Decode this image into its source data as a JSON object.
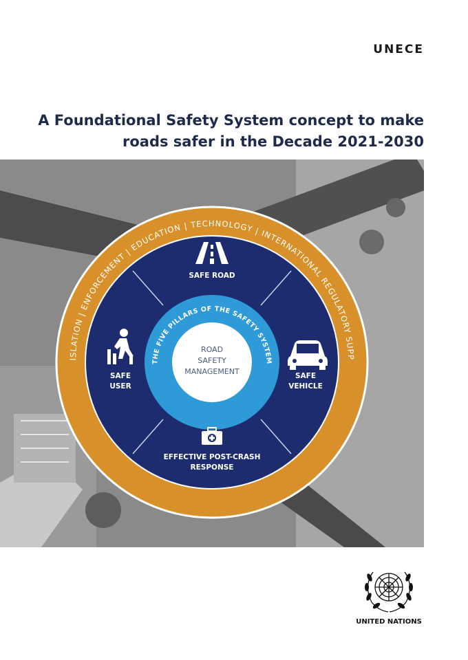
{
  "publisher": "UNECE",
  "title": {
    "line1": "A Foundational Safety System concept to make",
    "line2": "roads safer in the Decade 2021-2030"
  },
  "diagram": {
    "outer_ring_text": "LEGISLATION  |  ENFORCEMENT  |  EDUCATION  |  TECHNOLOGY  |  INTERNATIONAL REGULATORY SUPPORT",
    "inner_ring_text": "THE FIVE PILLARS OF THE SAFETY SYSTEM",
    "center": [
      "ROAD",
      "SAFETY",
      "MANAGEMENT"
    ],
    "pillars": {
      "road": [
        "SAFE ROAD"
      ],
      "user": [
        "SAFE",
        "USER"
      ],
      "vehicle": [
        "SAFE",
        "VEHICLE"
      ],
      "post_crash": [
        "EFFECTIVE POST-CRASH",
        "RESPONSE"
      ]
    },
    "colors": {
      "outer_ring": "#d8912a",
      "navy": "#1d2c6e",
      "light_blue": "#2f9ad8",
      "white": "#ffffff"
    },
    "icons": [
      "road-icon",
      "pedestrian-icon",
      "car-icon",
      "first-aid-kit-icon"
    ]
  },
  "organization": "UNITED NATIONS"
}
